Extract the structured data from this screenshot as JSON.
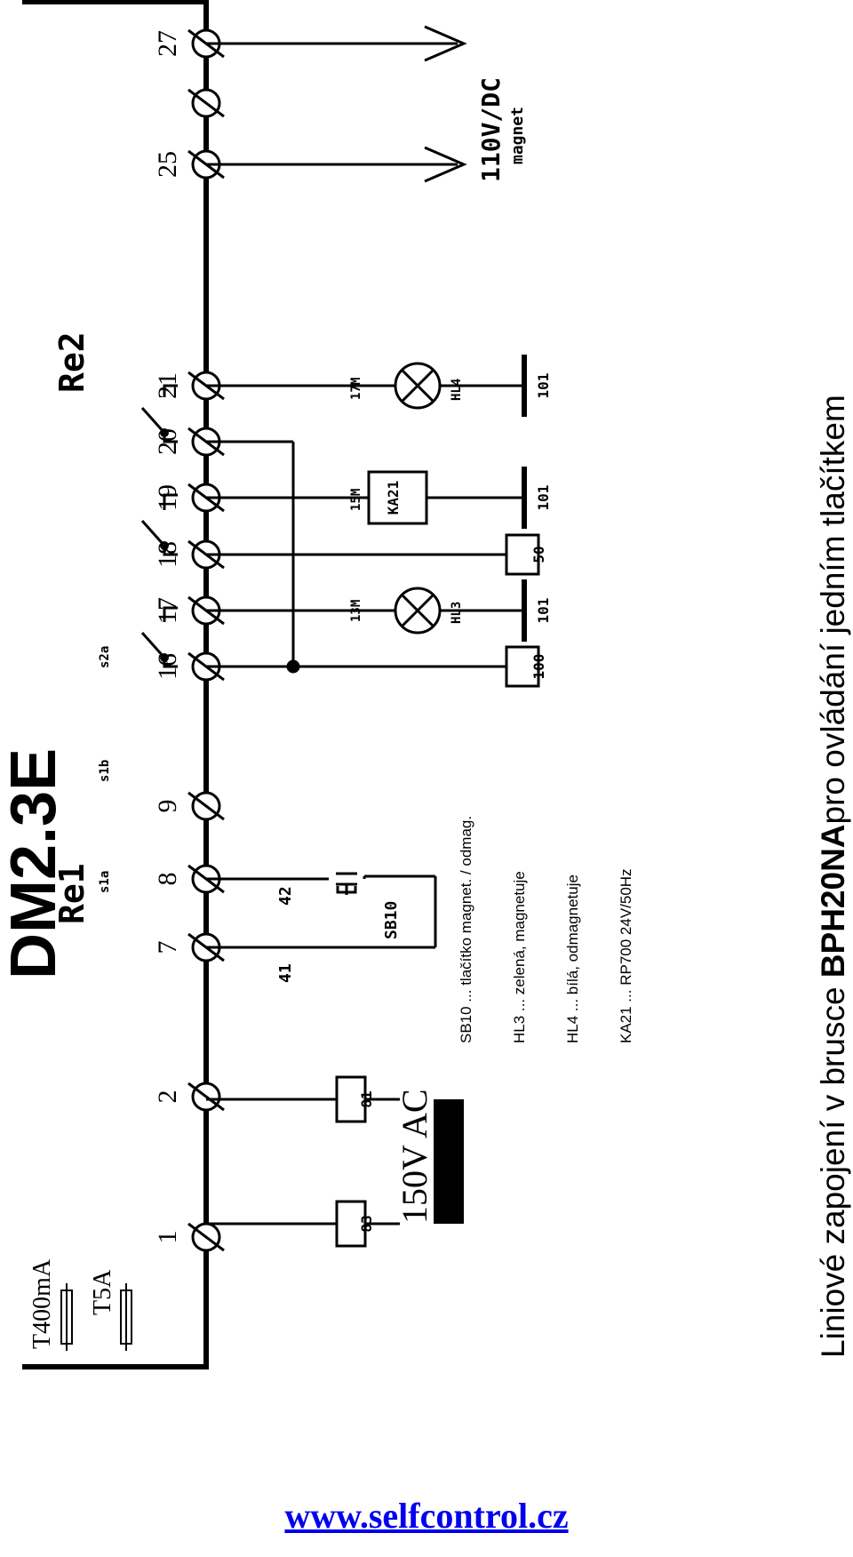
{
  "diagram": {
    "device_title": "DM2.3E",
    "caption_prefix": "Liniové zapojení v brusce ",
    "caption_model": "BPH20NA",
    "caption_suffix": "pro ovládání jedním tlačítkem",
    "relay_labels": [
      "Re1",
      "Re2"
    ],
    "fuses": [
      "T400mA",
      "T5A"
    ],
    "terminals": [
      "1",
      "2",
      "7",
      "8",
      "9",
      "16",
      "17",
      "18",
      "19",
      "20",
      "21",
      "25",
      "27"
    ],
    "transformer_label": "150V AC",
    "output_label": "110V/DC",
    "output_sublabel": "magnet",
    "wire_numbers": [
      "41",
      "42"
    ],
    "contacts": [
      "s1a",
      "s1b",
      "s2a"
    ],
    "boxes": [
      "83",
      "81",
      "100",
      "50",
      "KA21",
      "101",
      "101",
      "101"
    ],
    "button_label": "SB10",
    "lamps": [
      "HL3",
      "HL4"
    ],
    "wire_codes": [
      "13M",
      "15M",
      "17M"
    ],
    "legend": [
      "SB10 ... tlačítko magnet. / odmag.",
      "HL3 ... zelená, magnetuje",
      "HL4 ... bílá, odmagnetuje",
      "KA21 ... RP700 24V/50Hz"
    ]
  },
  "footer": {
    "website": "www.selfcontrol.cz"
  }
}
